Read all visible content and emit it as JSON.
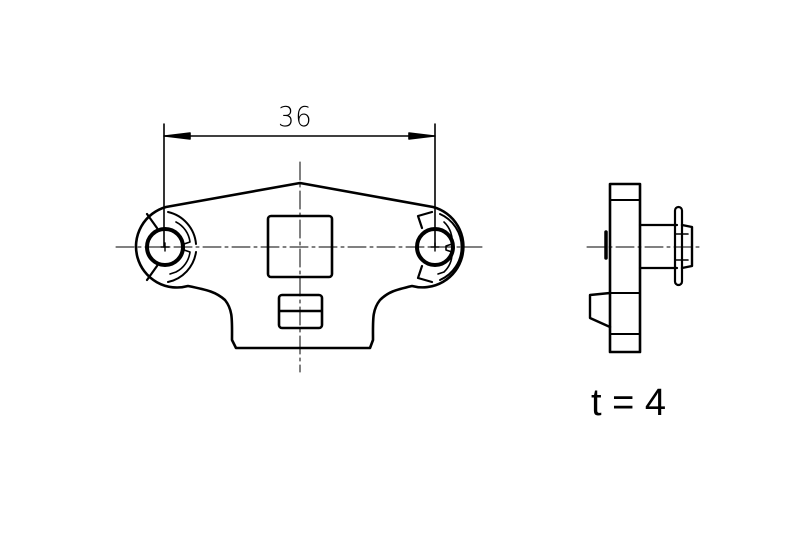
{
  "drawing": {
    "front_view": {
      "dimension": {
        "value": "36",
        "description": "center-to-center distance of mounting holes"
      }
    },
    "side_view": {
      "thickness_label": "t = 4"
    }
  },
  "colors": {
    "line": "#000000",
    "background": "#ffffff"
  }
}
